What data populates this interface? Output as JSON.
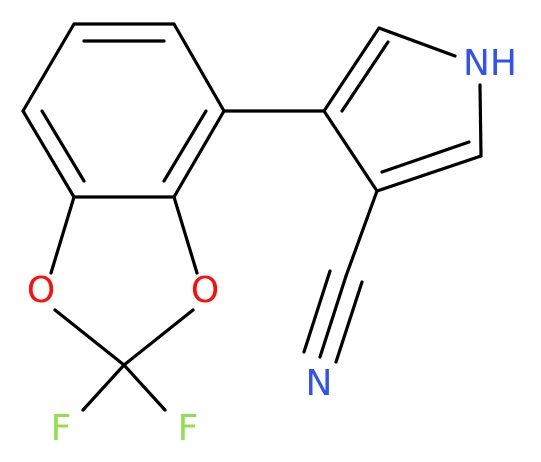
{
  "atoms": {
    "nh": {
      "label": "NH",
      "color": "#3050f8"
    },
    "n_nitrile": {
      "label": "N",
      "color": "#3050f8"
    },
    "o_left": {
      "label": "O",
      "color": "#ff0d0d"
    },
    "o_right": {
      "label": "O",
      "color": "#ff0d0d"
    },
    "f_left": {
      "label": "F",
      "color": "#90e050"
    },
    "f_right": {
      "label": "F",
      "color": "#90e050"
    }
  },
  "bond_color": "#000000"
}
